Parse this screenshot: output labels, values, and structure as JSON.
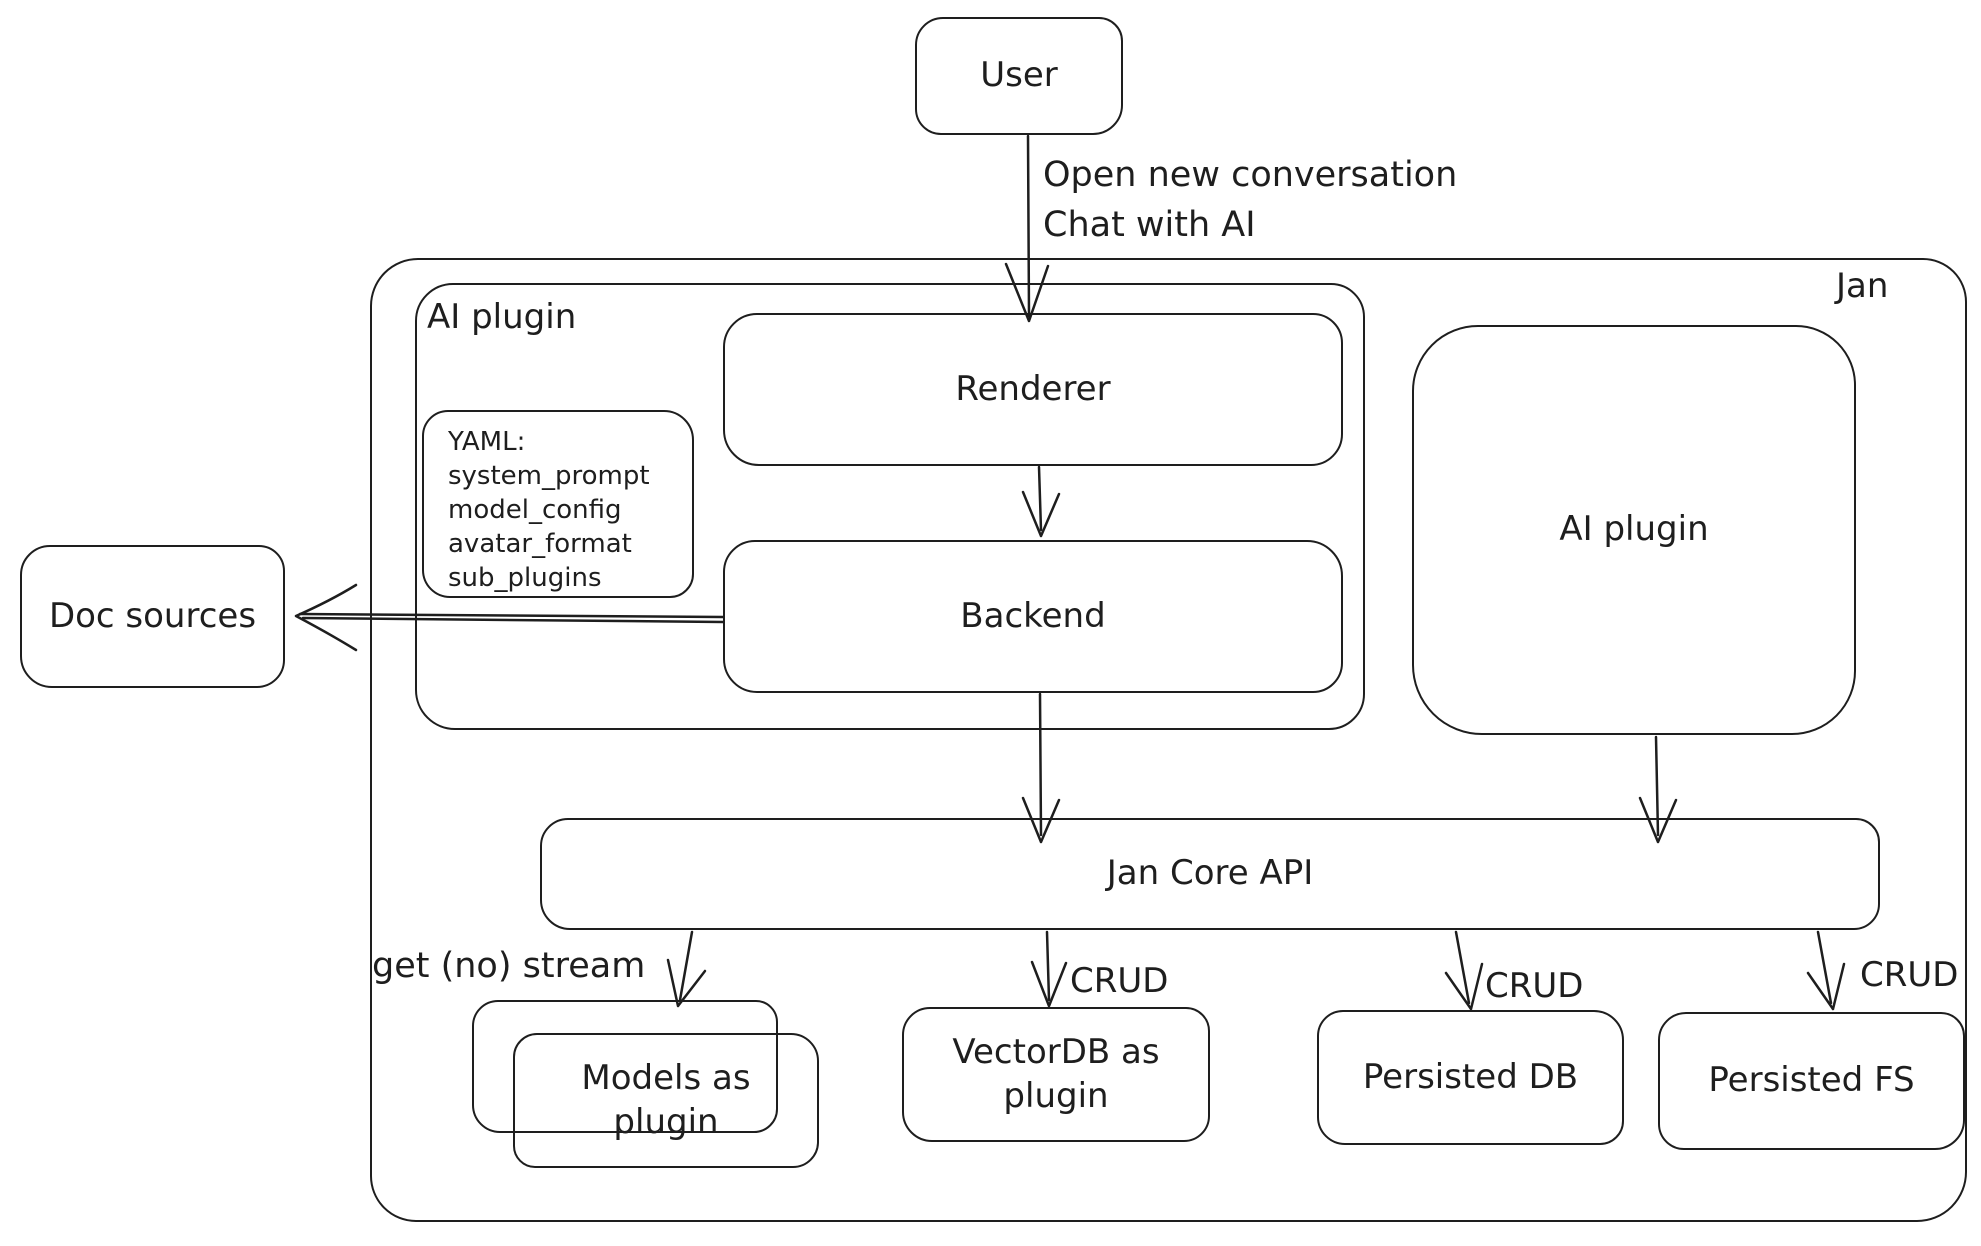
{
  "diagram": {
    "outer_container_label": "Jan",
    "nodes": {
      "user": "User",
      "ai_plugin_left": "AI plugin",
      "renderer": "Renderer",
      "backend": "Backend",
      "ai_plugin_right": "AI plugin",
      "doc_sources": "Doc sources",
      "jan_core_api": "Jan Core API",
      "models_as_plugin": "Models as plugin",
      "vectordb_as_plugin": "VectorDB as plugin",
      "persisted_db": "Persisted DB",
      "persisted_fs": "Persisted FS"
    },
    "yaml_note": {
      "lines": [
        "YAML:",
        "system_prompt",
        "model_config",
        "avatar_format",
        "sub_plugins"
      ]
    },
    "edge_labels": {
      "user_flow_line1": "Open new conversation",
      "user_flow_line2": "Chat with AI",
      "get_no_stream": "get (no) stream",
      "crud_vectordb": "CRUD",
      "crud_persisted_db": "CRUD",
      "crud_persisted_fs": "CRUD"
    },
    "colors": {
      "stroke": "#1e1e1e",
      "background": "#ffffff"
    }
  }
}
